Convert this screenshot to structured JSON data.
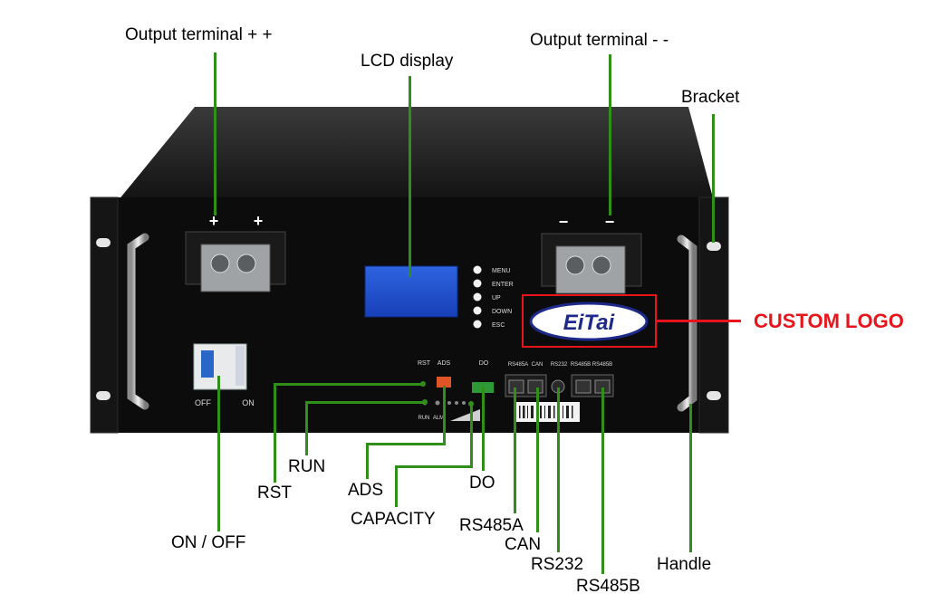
{
  "device": {
    "brand_logo": "EiTai",
    "plus_signs": [
      "+",
      "+"
    ],
    "minus_signs": [
      "−",
      "−"
    ],
    "breaker_labels": {
      "off": "OFF",
      "on": "ON"
    },
    "lcd_buttons": [
      "MENU",
      "ENTER",
      "UP",
      "DOWN",
      "ESC"
    ],
    "panel_labels": {
      "rst": "RST",
      "ads": "ADS",
      "do": "DO",
      "run": "RUN",
      "alm": "ALM",
      "ports": [
        "RS485A",
        "CAN",
        "RS232",
        "RS485B",
        "RS485B"
      ]
    }
  },
  "callouts": {
    "output_plus": "Output terminal + +",
    "output_minus": "Output terminal - -",
    "lcd": "LCD display",
    "bracket": "Bracket",
    "custom_logo": "CUSTOM LOGO",
    "run": "RUN",
    "rst": "RST",
    "ads": "ADS",
    "capacity": "CAPACITY",
    "do": "DO",
    "rs485a": "RS485A",
    "can": "CAN",
    "rs232": "RS232",
    "rs485b": "RS485B",
    "handle": "Handle",
    "on_off": "ON / OFF"
  },
  "colors": {
    "leader": "#2f8f18",
    "custom_logo": "#e8141b",
    "lcd": "#1d4fd0",
    "chassis": "#0d0d0d"
  }
}
